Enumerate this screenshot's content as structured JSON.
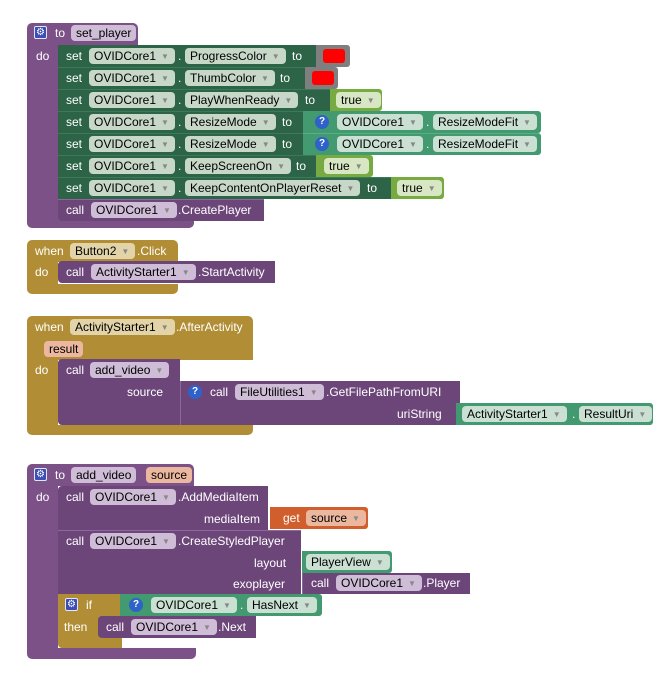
{
  "blocks": {
    "set_player": {
      "keyword_to": "to",
      "name": "set_player",
      "keyword_do": "do",
      "rows": [
        {
          "kw": "set",
          "component": "OVIDCore1",
          "property": "ProgressColor",
          "to": "to",
          "value_type": "color",
          "value": "#ff0000"
        },
        {
          "kw": "set",
          "component": "OVIDCore1",
          "property": "ThumbColor",
          "to": "to",
          "value_type": "color",
          "value": "#ff0000"
        },
        {
          "kw": "set",
          "component": "OVIDCore1",
          "property": "PlayWhenReady",
          "to": "to",
          "value_type": "logic",
          "value": "true"
        },
        {
          "kw": "set",
          "component": "OVIDCore1",
          "property": "ResizeMode",
          "to": "to",
          "value_type": "helper",
          "value_component": "OVIDCore1",
          "value": "ResizeModeFit"
        },
        {
          "kw": "set",
          "component": "OVIDCore1",
          "property": "ResizeMode",
          "to": "to",
          "value_type": "helper",
          "value_component": "OVIDCore1",
          "value": "ResizeModeFit"
        },
        {
          "kw": "set",
          "component": "OVIDCore1",
          "property": "KeepScreenOn",
          "to": "to",
          "value_type": "logic",
          "value": "true"
        },
        {
          "kw": "set",
          "component": "OVIDCore1",
          "property": "KeepContentOnPlayerReset",
          "to": "to",
          "value_type": "logic",
          "value": "true"
        }
      ],
      "call": {
        "kw": "call",
        "component": "OVIDCore1",
        "method": ".CreatePlayer"
      }
    },
    "button2_click": {
      "kw_when": "when",
      "component": "Button2",
      "event": ".Click",
      "kw_do": "do",
      "call": {
        "kw": "call",
        "component": "ActivityStarter1",
        "method": ".StartActivity"
      }
    },
    "after_activity": {
      "kw_when": "when",
      "component": "ActivityStarter1",
      "event": ".AfterActivity",
      "param": "result",
      "kw_do": "do",
      "call": {
        "kw": "call",
        "procedure": "add_video",
        "arg_label": "source"
      },
      "inner_call": {
        "kw": "call",
        "component": "FileUtilities1",
        "method": ".GetFilePathFromURI",
        "arg_label": "uriString"
      },
      "getter": {
        "component": "ActivityStarter1",
        "property": "ResultUri"
      }
    },
    "add_video": {
      "keyword_to": "to",
      "name": "add_video",
      "param": "source",
      "keyword_do": "do",
      "add_media": {
        "kw": "call",
        "component": "OVIDCore1",
        "method": ".AddMediaItem",
        "arg_label": "mediaItem",
        "get_kw": "get",
        "get_var": "source"
      },
      "create_styled": {
        "kw": "call",
        "component": "OVIDCore1",
        "method": ".CreateStyledPlayer",
        "arg1": "layout",
        "arg1_value": "PlayerView",
        "arg2": "exoplayer",
        "arg2_kw": "call",
        "arg2_component": "OVIDCore1",
        "arg2_method": ".Player"
      },
      "if_block": {
        "kw_if": "if",
        "cond_component": "OVIDCore1",
        "cond_property": "HasNext",
        "kw_then": "then",
        "call_kw": "call",
        "call_component": "OVIDCore1",
        "call_method": ".Next"
      }
    }
  },
  "icons": {
    "gear": "⚙",
    "question": "?",
    "dropdown": "▼"
  }
}
